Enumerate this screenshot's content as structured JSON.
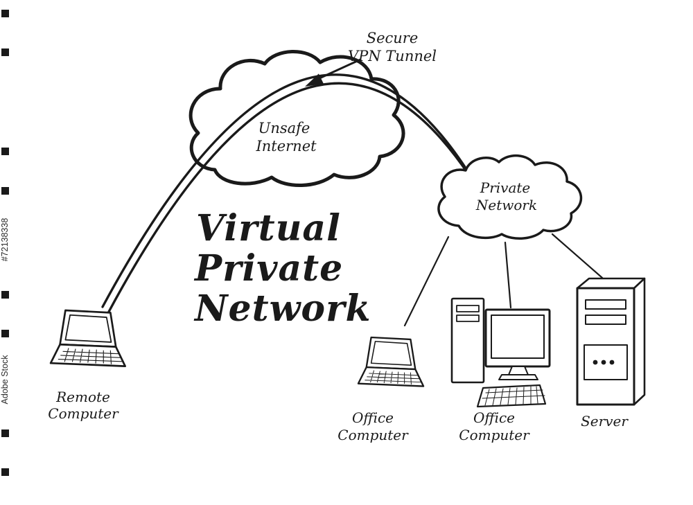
{
  "watermark": {
    "brand": "Adobe Stock",
    "id": "#72138338"
  },
  "title": {
    "line1": "Virtual",
    "line2": "Private",
    "line3": "Network"
  },
  "tunnel": {
    "label_line1": "Secure",
    "label_line2": "VPN Tunnel"
  },
  "clouds": {
    "unsafe": {
      "line1": "Unsafe",
      "line2": "Internet"
    },
    "private": {
      "line1": "Private",
      "line2": "Network"
    }
  },
  "devices": {
    "remote": {
      "line1": "Remote",
      "line2": "Computer"
    },
    "office_laptop": {
      "line1": "Office",
      "line2": "Computer"
    },
    "office_desktop": {
      "line1": "Office",
      "line2": "Computer"
    },
    "server": {
      "label": "Server"
    }
  },
  "colors": {
    "ink": "#1a1a1a",
    "background": "#ffffff"
  }
}
